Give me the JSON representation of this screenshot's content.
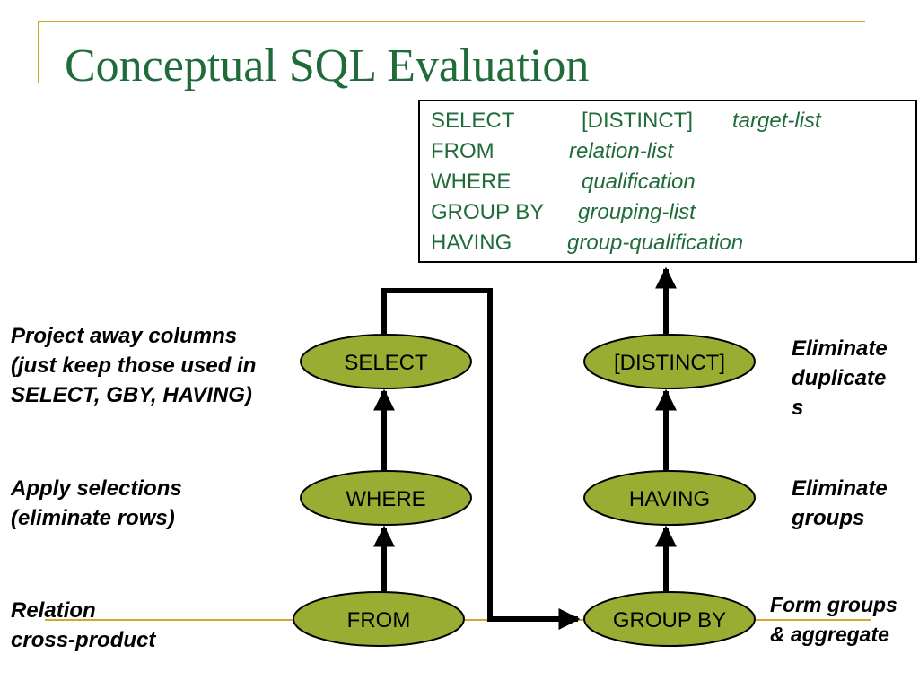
{
  "title": "Conceptual SQL Evaluation",
  "query": {
    "select_kw": "SELECT",
    "select_distinct": "[DISTINCT]",
    "select_arg": "target-list",
    "from_kw": "FROM",
    "from_arg": "relation-list",
    "where_kw": "WHERE",
    "where_arg": "qualification",
    "groupby_kw": "GROUP BY",
    "groupby_arg": "grouping-list",
    "having_kw": "HAVING",
    "having_arg": "group-qualification"
  },
  "nodes": {
    "from": "FROM",
    "where": "WHERE",
    "select": "SELECT",
    "group_by": "GROUP BY",
    "having": "HAVING",
    "distinct": "[DISTINCT]"
  },
  "annotations": {
    "project_1": "Project away columns",
    "project_2": "(just keep those used in",
    "project_3": "SELECT, GBY, HAVING)",
    "apply_1": "Apply selections",
    "apply_2": "(eliminate rows)",
    "relation_1": "Relation",
    "relation_2": "cross-product",
    "elimdup_1": "Eliminate",
    "elimdup_2": "duplicate",
    "elimdup_3": "s",
    "elimgrp_1": "Eliminate",
    "elimgrp_2": "groups",
    "form_1": "Form groups",
    "form_2": "& aggregate"
  },
  "colors": {
    "title": "#1f6b3a",
    "keyword": "#1f6b3a",
    "node_fill": "#9aad33",
    "accent_line": "#d4a62a",
    "arrow": "#000000"
  }
}
